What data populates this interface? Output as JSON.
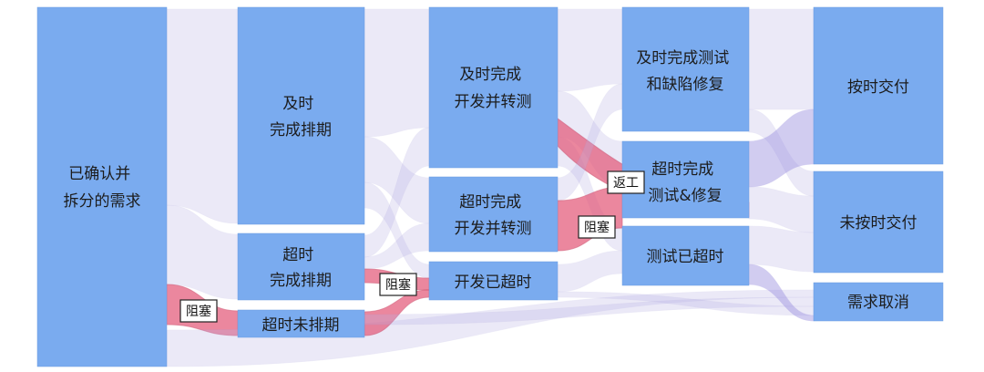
{
  "nodes": {
    "confirmed": [
      "已确认并",
      "拆分的需求"
    ],
    "sched_ontime": [
      "及时",
      "完成排期"
    ],
    "sched_overdue": [
      "超时",
      "完成排期"
    ],
    "sched_none": [
      "超时未排期"
    ],
    "dev_ontime": [
      "及时完成",
      "开发并转测"
    ],
    "dev_overdue": [
      "超时完成",
      "开发并转测"
    ],
    "dev_timeout": [
      "开发已超时"
    ],
    "test_ontime": [
      "及时完成测试",
      "和缺陷修复"
    ],
    "test_overdue": [
      "超时完成",
      "测试&修复"
    ],
    "test_timeout": [
      "测试已超时"
    ],
    "deliver_ontime": [
      "按时交付"
    ],
    "deliver_late": [
      "未按时交付"
    ],
    "cancelled": [
      "需求取消"
    ]
  },
  "tags": {
    "block1": "阻塞",
    "block2": "阻塞",
    "block3": "阻塞",
    "rework": "返工"
  },
  "colors": {
    "node": "#7aabef",
    "flow": "#b9b2e6",
    "blocked": "#e45a7a"
  }
}
